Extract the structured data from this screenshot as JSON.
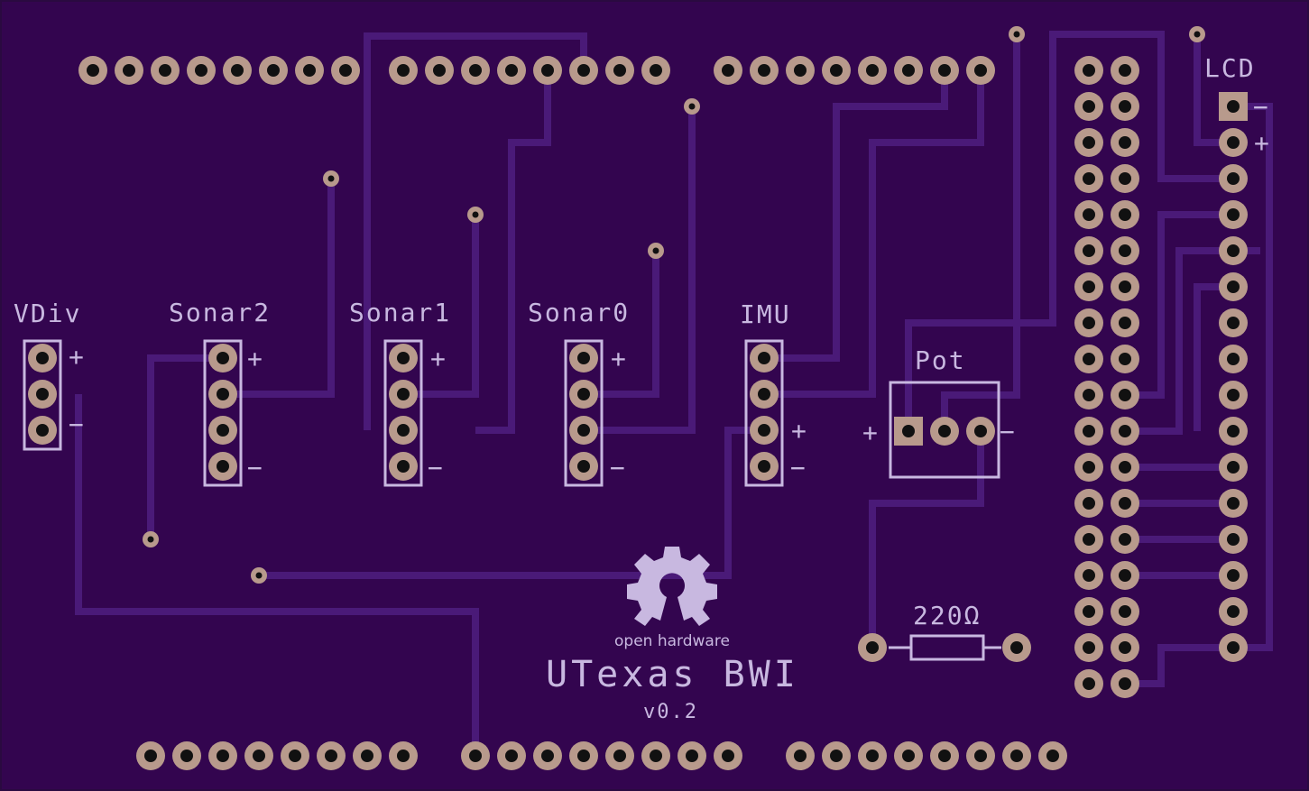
{
  "board": {
    "colors": {
      "substrate": "#33054f",
      "edge": "#2a0a40",
      "trace": "#4a1a78",
      "pad": "#b89a8c",
      "silkscreen": "#c8b8e0"
    }
  },
  "labels": {
    "vdiv": "VDiv",
    "sonar2": "Sonar2",
    "sonar1": "Sonar1",
    "sonar0": "Sonar0",
    "imu": "IMU",
    "pot": "Pot",
    "lcd": "LCD",
    "resistor": "220Ω",
    "oshw": "open hardware",
    "title": "UTexas BWI",
    "version": "v0.2",
    "plus": "+",
    "minus": "−"
  },
  "icons": {
    "logo": "open-hardware-gear-icon"
  }
}
